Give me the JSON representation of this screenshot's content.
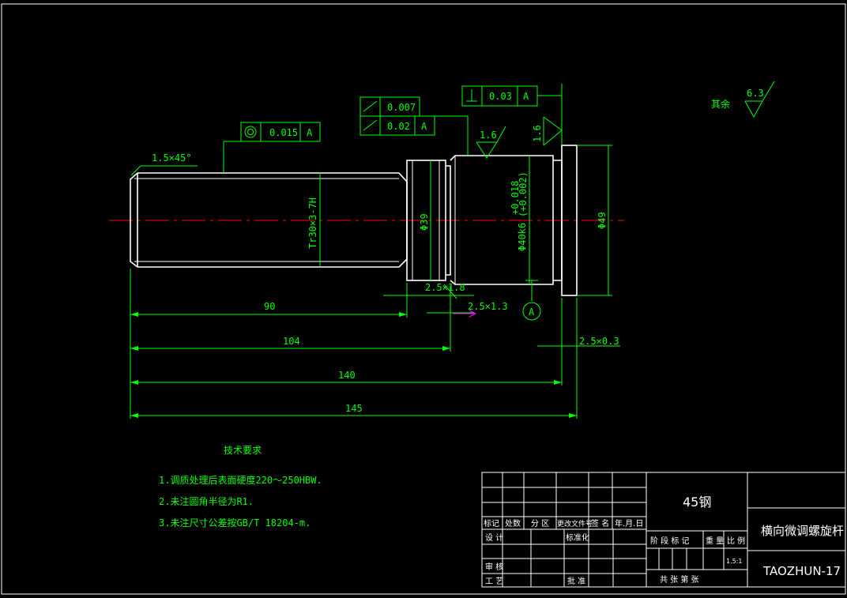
{
  "colors": {
    "background": "#000000",
    "outline": "#ffffff",
    "dimension": "#00ff00",
    "centerline": "#ff0000",
    "arrow": "#ff00ff"
  },
  "tolerances": {
    "concentricity": {
      "value": "0.015",
      "datum": "A"
    },
    "runout_top": {
      "value": "0.007"
    },
    "runout_bottom": {
      "value": "0.02",
      "datum": "A"
    },
    "perpendicularity": {
      "value": "0.03",
      "datum": "A"
    }
  },
  "roughness": {
    "face": "1.6",
    "side": "1.6",
    "rest_label": "其余",
    "rest_value": "6.3"
  },
  "labels": {
    "chamfer": "1.5×45°",
    "thread": "Tr30×3-7H",
    "dia39": "Φ39",
    "dia40": "Φ40k6",
    "dia40_tol": "+0.018",
    "dia40_tol2": "(+0.002)",
    "dia49": "Φ49",
    "groove1": "2.5×1.8",
    "groove2": "2.5×1.3",
    "groove3": "2.5×0.3",
    "datum": "A"
  },
  "dimensions": {
    "d90": "90",
    "d104": "104",
    "d140": "140",
    "d145": "145"
  },
  "notes": {
    "title": "技术要求",
    "items": [
      "1.调质处理后表面硬度220～250HBW.",
      "2.未注圆角半径为R1.",
      "3.未注尺寸公差按GB/T 18204-m."
    ]
  },
  "titleblock": {
    "material": "45钢",
    "part_name": "横向微调螺旋杆",
    "drawing_no": "TAOZHUN-17",
    "col_headers": [
      "标记",
      "处数",
      "分 区",
      "更改文件号",
      "签 名",
      "年.月.日"
    ],
    "row_design": "设 计",
    "row_standard": "标准化",
    "row_check": "审 核",
    "row_process": "工 艺",
    "row_approve": "批 准",
    "stage": "阶 段 标 记",
    "weight": "重 量",
    "scale": "比 例",
    "scale_value": "1.5:1",
    "sheets": "共    张  第    张"
  }
}
